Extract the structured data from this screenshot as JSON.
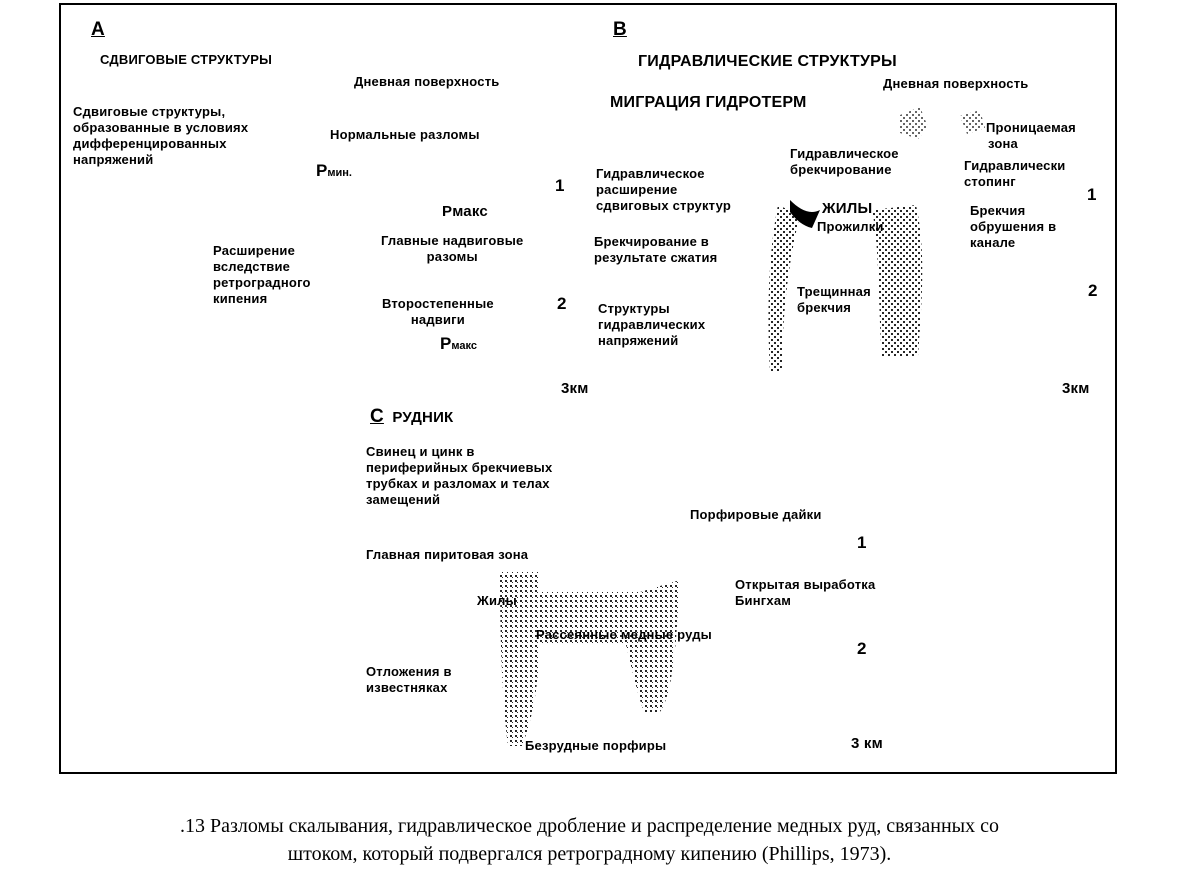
{
  "section_a": {
    "letter": "А",
    "title": "СДВИГОВЫЕ СТРУКТУРЫ",
    "surface": "Дневная поверхность",
    "shear_desc": [
      "Сдвиговые структуры,",
      "образованные в условиях",
      "дифференцированных",
      "напряжений"
    ],
    "normal_faults": "Нормальные разломы",
    "p_min_symbol": "P",
    "p_min_sub": "мин.",
    "p_max_label": "Pмакс",
    "main_thrusts": [
      "Главные надвиговые",
      "разомы"
    ],
    "expansion": [
      "Расширение",
      "вследствие",
      "ретроградного",
      "кипения"
    ],
    "secondary_thrusts": [
      "Второстепенные",
      "надвиги"
    ],
    "p_max2_symbol": "P",
    "p_max2_sub": "макс",
    "depth_1": "1",
    "depth_2": "2",
    "depth_3": "3км"
  },
  "section_b": {
    "letter": "В",
    "title": "ГИДРАВЛИЧЕСКИЕ СТРУКТУРЫ",
    "migration": "МИГРАЦИЯ ГИДРОТЕРМ",
    "surface": "Дневная поверхность",
    "hydraulic_expansion": [
      "Гидравлическое",
      "расширение",
      "сдвиговых структур"
    ],
    "compression_breccia": [
      "Брекчирование в",
      "результате сжатия"
    ],
    "hydraulic_stress": [
      "Структуры",
      "гидравлических",
      "напряжений"
    ],
    "hydraulic_brecciation": [
      "Гидравлическое",
      "брекчирование"
    ],
    "veins": "ЖИЛЫ",
    "veinlets": "Прожилки",
    "crack_breccia": [
      "Трещинная",
      "брекчия"
    ],
    "permeable_zone": [
      "Проницаемая",
      "зона"
    ],
    "stoping": [
      "Гидравлически",
      "стопинг"
    ],
    "collapse_breccia": [
      "Брекчия",
      "обрушения в",
      "канале"
    ],
    "depth_1": "1",
    "depth_2": "2",
    "depth_3": "3км"
  },
  "section_c": {
    "letter": "С",
    "title": "РУДНИК",
    "lead_zinc": [
      "Свинец и цинк в",
      "периферийных брекчиевых",
      "трубках и разломах и телах",
      "замещений"
    ],
    "porphyry_dikes": "Порфировые дайки",
    "pyrite_zone": "Главная пиритовая зона",
    "veins": "Жилы",
    "open_pit": [
      "Открытая выработка",
      "Бингхам"
    ],
    "disseminated_copper": "Рассеянные медные руды",
    "limestone_deposits": [
      "Отложения в",
      "известняках"
    ],
    "barren_porphyry": "Безрудные порфиры",
    "depth_1": "1",
    "depth_2": "2",
    "depth_3": "3 км"
  },
  "caption": {
    "line1": ".13 Разломы скалывания, гидравлическое дробление и распределение медных руд, связанных со",
    "line2": "штоком, который подвергался ретроградному кипению (Phillips, 1973)."
  }
}
